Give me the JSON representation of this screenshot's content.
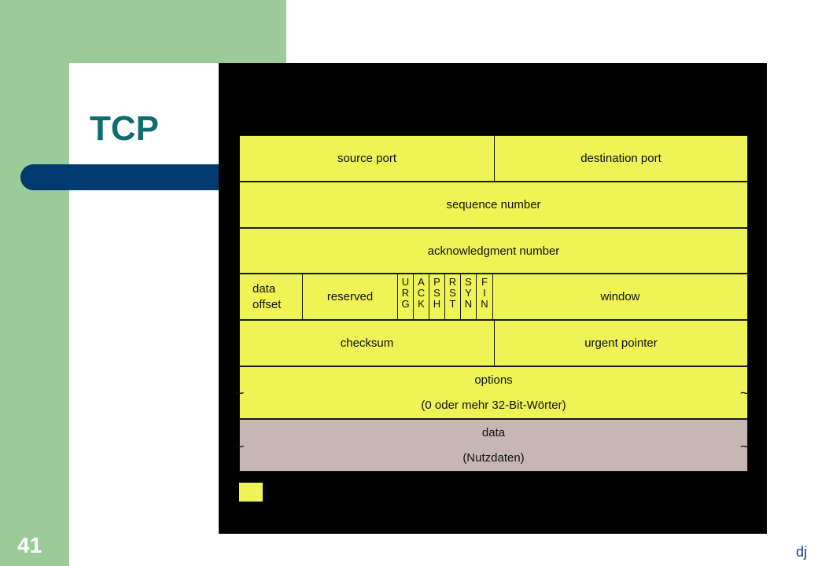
{
  "slide": {
    "title": "TCP",
    "number": "41",
    "author": "dj"
  },
  "header": {
    "source_port": "source port",
    "destination_port": "destination port",
    "sequence_number": "sequence number",
    "acknowledgment_number": "acknowledgment number",
    "data_offset": [
      "data",
      "offset"
    ],
    "reserved": "reserved",
    "flags": [
      [
        "U",
        "R",
        "G"
      ],
      [
        "A",
        "C",
        "K"
      ],
      [
        "P",
        "S",
        "H"
      ],
      [
        "R",
        "S",
        "T"
      ],
      [
        "S",
        "Y",
        "N"
      ],
      [
        "F",
        "I",
        "N"
      ]
    ],
    "window": "window",
    "checksum": "checksum",
    "urgent_pointer": "urgent pointer",
    "options": "options",
    "options_note": "(0 oder mehr 32-Bit-Wörter)",
    "data": "data",
    "data_note": "(Nutzdaten)"
  },
  "colors": {
    "field": "#eef356",
    "data_field": "#c7b7b4",
    "title": "#106c70",
    "sidebar": "#9ccb9a",
    "accent_bar": "#003a6e"
  }
}
